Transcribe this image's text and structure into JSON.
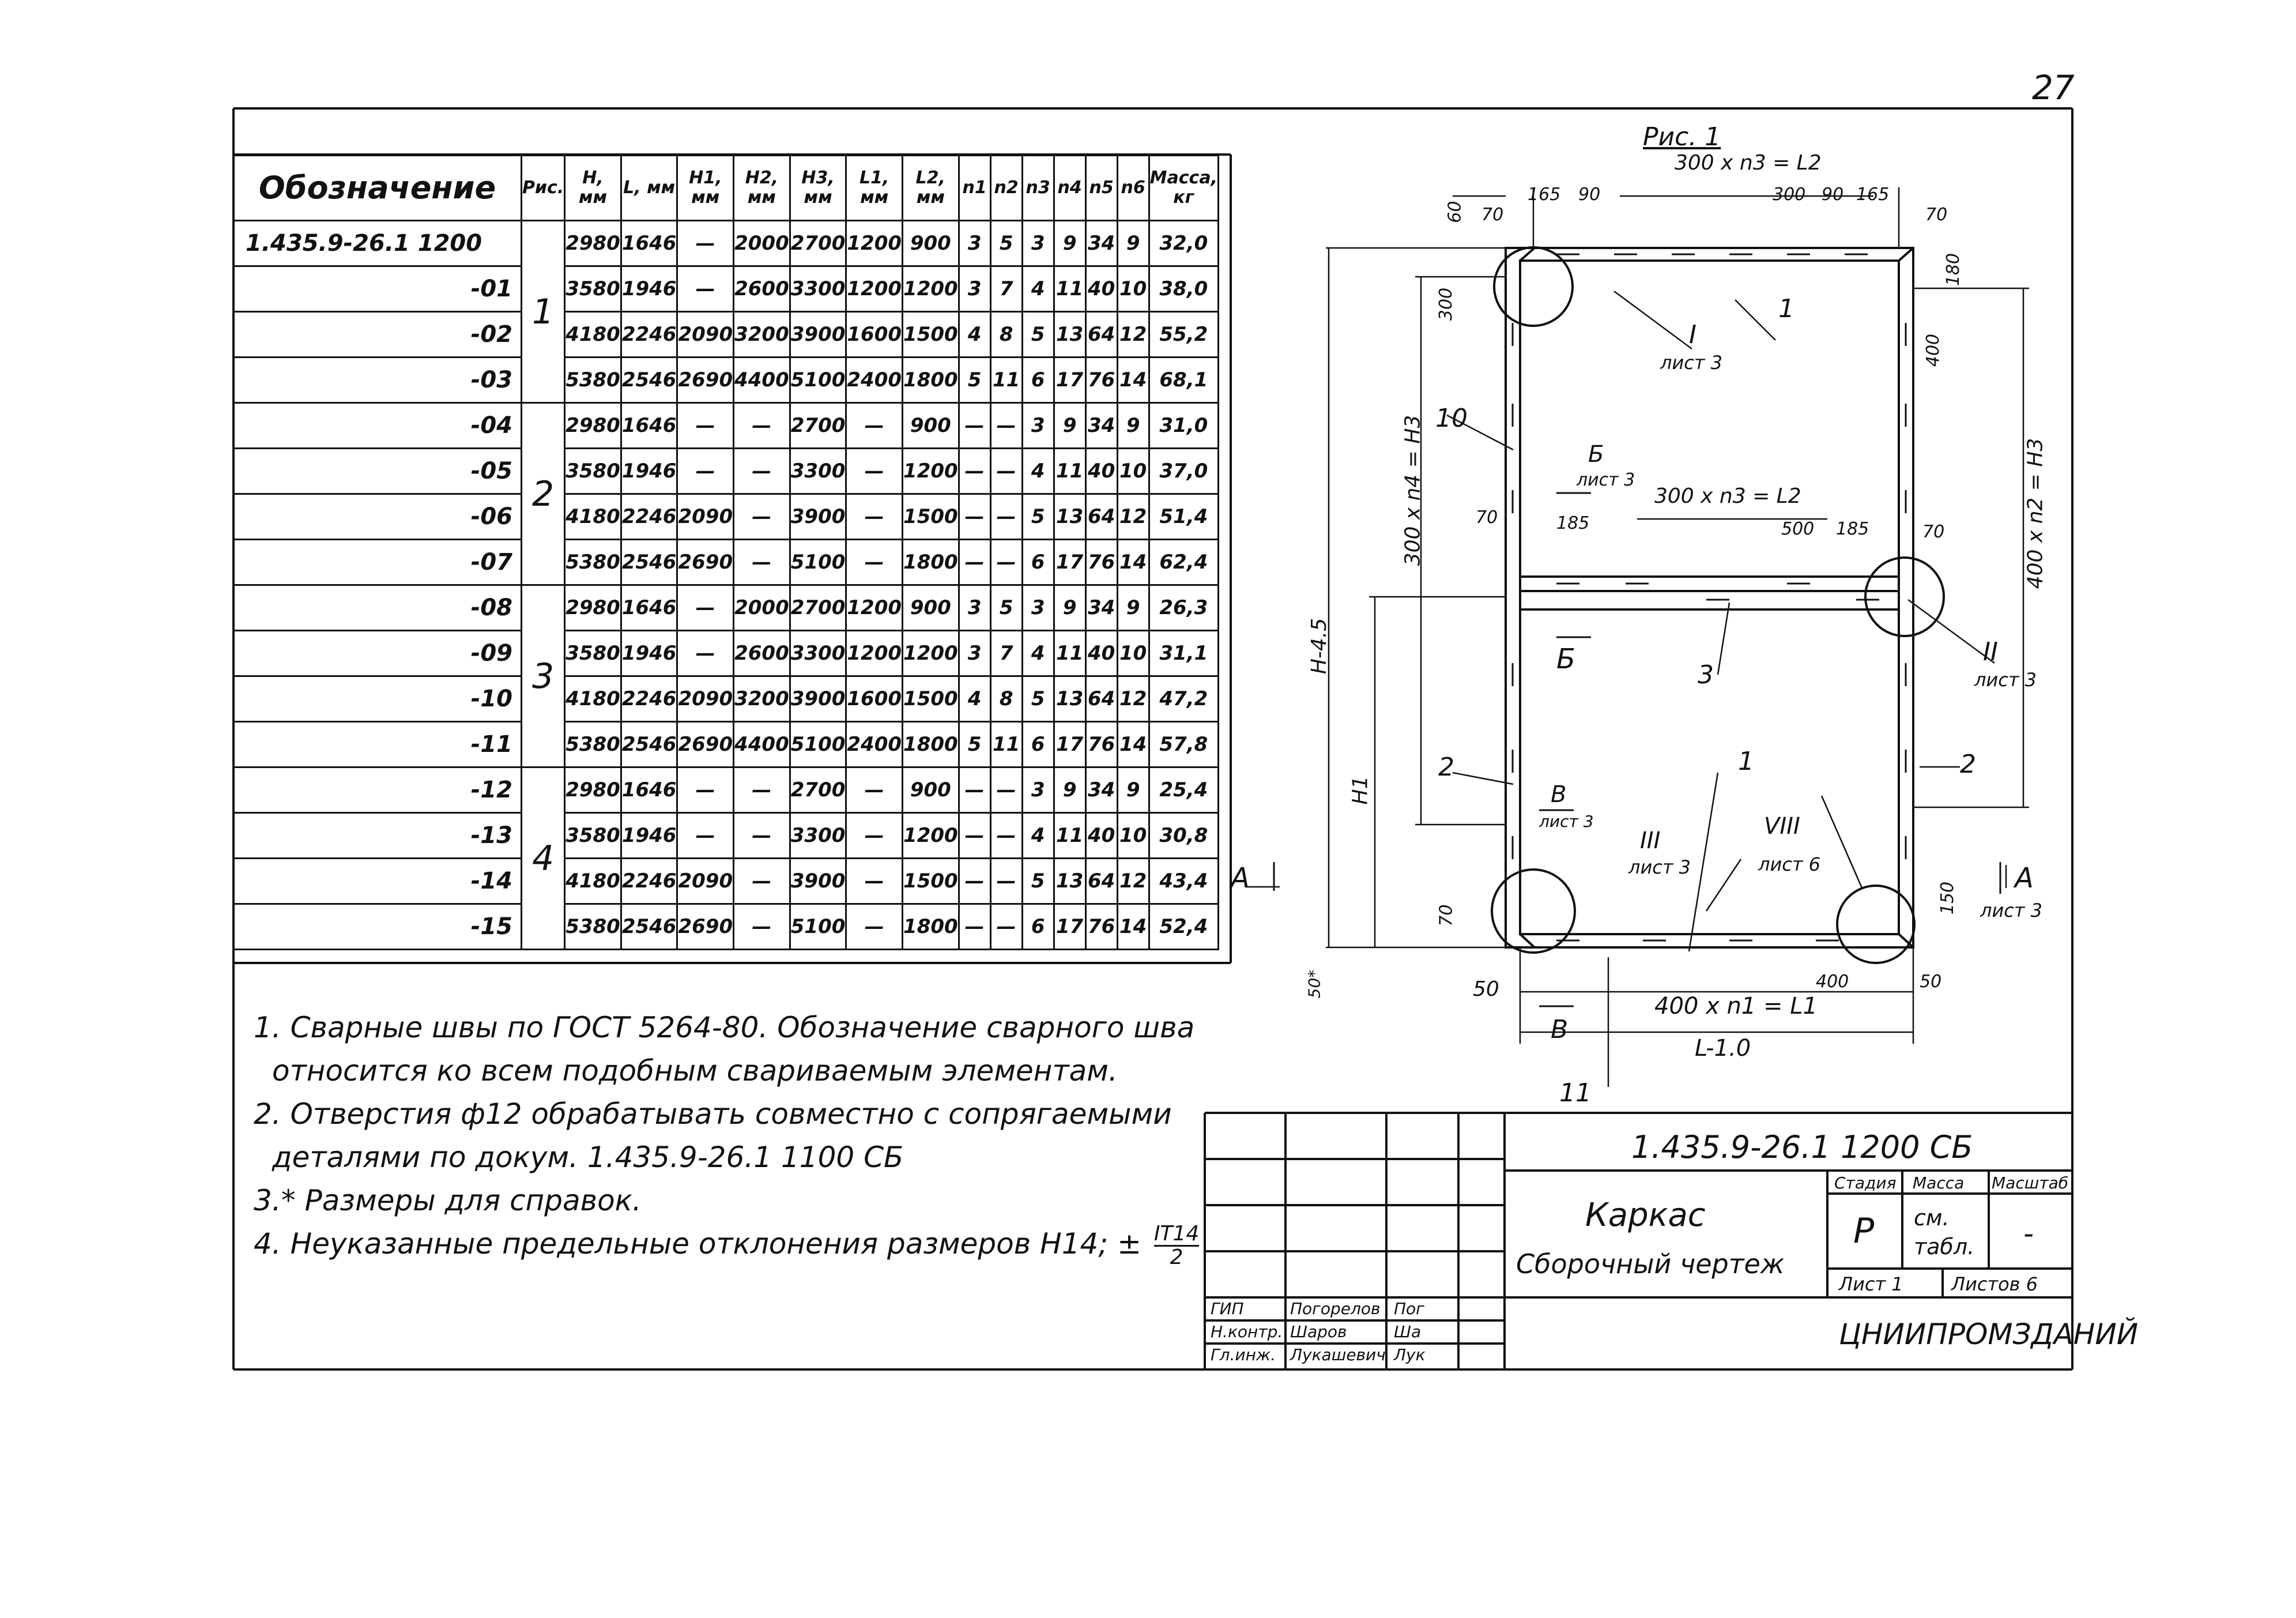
{
  "page_number": "27",
  "table": {
    "headers": [
      "Обозначение",
      "Рис.",
      "H, мм",
      "L, мм",
      "H1, мм",
      "H2, мм",
      "H3, мм",
      "L1, мм",
      "L2, мм",
      "n1",
      "n2",
      "n3",
      "n4",
      "n5",
      "n6",
      "Масса, кг"
    ],
    "rows": [
      [
        "1.435.9-26.1 1200",
        "1",
        "2980",
        "1646",
        "—",
        "2000",
        "2700",
        "1200",
        "900",
        "3",
        "5",
        "3",
        "9",
        "34",
        "9",
        "32,0"
      ],
      [
        "-01",
        "",
        "3580",
        "1946",
        "—",
        "2600",
        "3300",
        "1200",
        "1200",
        "3",
        "7",
        "4",
        "11",
        "40",
        "10",
        "38,0"
      ],
      [
        "-02",
        "",
        "4180",
        "2246",
        "2090",
        "3200",
        "3900",
        "1600",
        "1500",
        "4",
        "8",
        "5",
        "13",
        "64",
        "12",
        "55,2"
      ],
      [
        "-03",
        "",
        "5380",
        "2546",
        "2690",
        "4400",
        "5100",
        "2400",
        "1800",
        "5",
        "11",
        "6",
        "17",
        "76",
        "14",
        "68,1"
      ],
      [
        "-04",
        "2",
        "2980",
        "1646",
        "—",
        "—",
        "2700",
        "—",
        "900",
        "—",
        "—",
        "3",
        "9",
        "34",
        "9",
        "31,0"
      ],
      [
        "-05",
        "",
        "3580",
        "1946",
        "—",
        "—",
        "3300",
        "—",
        "1200",
        "—",
        "—",
        "4",
        "11",
        "40",
        "10",
        "37,0"
      ],
      [
        "-06",
        "",
        "4180",
        "2246",
        "2090",
        "—",
        "3900",
        "—",
        "1500",
        "—",
        "—",
        "5",
        "13",
        "64",
        "12",
        "51,4"
      ],
      [
        "-07",
        "",
        "5380",
        "2546",
        "2690",
        "—",
        "5100",
        "—",
        "1800",
        "—",
        "—",
        "6",
        "17",
        "76",
        "14",
        "62,4"
      ],
      [
        "-08",
        "3",
        "2980",
        "1646",
        "—",
        "2000",
        "2700",
        "1200",
        "900",
        "3",
        "5",
        "3",
        "9",
        "34",
        "9",
        "26,3"
      ],
      [
        "-09",
        "",
        "3580",
        "1946",
        "—",
        "2600",
        "3300",
        "1200",
        "1200",
        "3",
        "7",
        "4",
        "11",
        "40",
        "10",
        "31,1"
      ],
      [
        "-10",
        "",
        "4180",
        "2246",
        "2090",
        "3200",
        "3900",
        "1600",
        "1500",
        "4",
        "8",
        "5",
        "13",
        "64",
        "12",
        "47,2"
      ],
      [
        "-11",
        "",
        "5380",
        "2546",
        "2690",
        "4400",
        "5100",
        "2400",
        "1800",
        "5",
        "11",
        "6",
        "17",
        "76",
        "14",
        "57,8"
      ],
      [
        "-12",
        "4",
        "2980",
        "1646",
        "—",
        "—",
        "2700",
        "—",
        "900",
        "—",
        "—",
        "3",
        "9",
        "34",
        "9",
        "25,4"
      ],
      [
        "-13",
        "",
        "3580",
        "1946",
        "—",
        "—",
        "3300",
        "—",
        "1200",
        "—",
        "—",
        "4",
        "11",
        "40",
        "10",
        "30,8"
      ],
      [
        "-14",
        "",
        "4180",
        "2246",
        "2090",
        "—",
        "3900",
        "—",
        "1500",
        "—",
        "—",
        "5",
        "13",
        "64",
        "12",
        "43,4"
      ],
      [
        "-15",
        "",
        "5380",
        "2546",
        "2690",
        "—",
        "5100",
        "—",
        "1800",
        "—",
        "—",
        "6",
        "17",
        "76",
        "14",
        "52,4"
      ]
    ]
  },
  "notes": [
    "1. Сварные швы по ГОСТ 5264-80. Обозначение сварного шва",
    "относится ко всем подобным свариваемым элементам.",
    "2. Отверстия ф12 обрабатывать совместно с сопрягаемыми",
    "деталями по докум. 1.435.9-26.1 1100 СБ",
    "3.* Размеры для справок.",
    "4. Неуказанные предельные отклонения размеров H14; ±",
    "IT14",
    "2"
  ],
  "title_block": {
    "doc_code": "1.435.9-26.1 1200 СБ",
    "title_line1": "Каркас",
    "title_line2": "Сборочный чертеж",
    "stage_header": "Стадия",
    "mass_header": "Масса",
    "scale_header": "Масштаб",
    "stage": "Р",
    "mass_line1": "см.",
    "mass_line2": "табл.",
    "scale": "-",
    "sheet": "Лист 1",
    "sheets": "Листов 6",
    "org": "ЦНИИПРОМЗДАНИЙ",
    "roles": [
      "ГИП",
      "Н.контр.",
      "Гл.инж."
    ],
    "names": [
      "Погорелов",
      "Шаров",
      "Лукашевич"
    ],
    "signs": [
      "Пог",
      "Ша",
      "Лук"
    ]
  },
  "drawing": {
    "fig_label": "Рис. 1",
    "dims": {
      "top": "300 x n3 = L2",
      "mid": "300 x n3 = L2",
      "left_vert": "300 x n4 = H3",
      "right_vert": "400 x n2 = H3",
      "bottom": "400 x n1 = L1",
      "overall_h": "H-4.5",
      "h_inner": "H1",
      "bottom_overall": "L-1.0",
      "d60": "60",
      "d70": "70",
      "d165": "165",
      "d90": "90",
      "d300": "300",
      "d70r": "70",
      "d300l": "300",
      "d180": "180",
      "d400": "400",
      "d70b": "70",
      "d185": "185",
      "d500": "500",
      "d185r": "185",
      "d70m": "70",
      "d70bl": "70",
      "d50": "50",
      "d400b": "400",
      "d50r": "50",
      "d150": "150",
      "d50l": "50*",
      "d300t": "300",
      "d90t": "90",
      "d165t": "165"
    },
    "callouts": {
      "I": "I",
      "I_sheet": "лист 3",
      "II": "II",
      "II_sheet": "лист 3",
      "III": "III",
      "III_sheet": "лист 3",
      "VIII": "VIII",
      "VIII_sheet": "лист 6",
      "B_top": "Б",
      "B_top_sheet": "лист 3",
      "B_cut": "Б",
      "V": "В",
      "V_sheet": "лист 3",
      "V_cut": "В",
      "A_left": "А",
      "A_right": "А",
      "A_sheet": "лист 3"
    },
    "parts": [
      "1",
      "10",
      "3",
      "2",
      "2",
      "1",
      "11"
    ]
  }
}
